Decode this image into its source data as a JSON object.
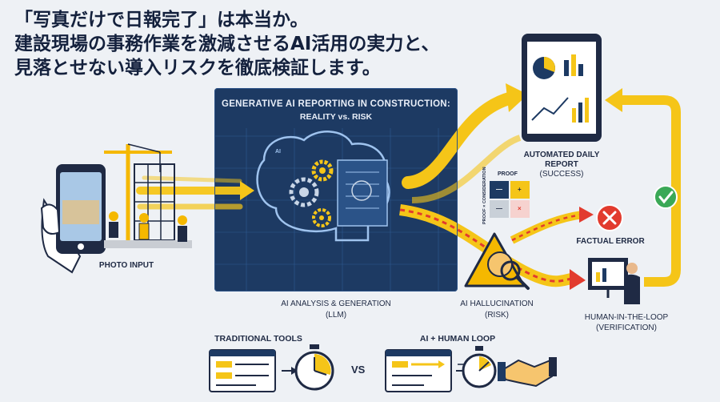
{
  "headline": {
    "line1": "「写真だけで日報完了」は本当か。",
    "line2": "建設現場の事務作業を激減させるAI活用の実力と、",
    "line3": "見落とせない導入リスクを徹底検証します。"
  },
  "panel": {
    "title": "GENERATIVE AI REPORTING IN CONSTRUCTION:",
    "subtitle": "REALITY vs. RISK",
    "doc_mark": "AI"
  },
  "nodes": {
    "photo_input": "PHOTO INPUT",
    "ai_analysis": "AI ANALYSIS & GENERATION",
    "ai_analysis_sub": "(LLM)",
    "hallucination": "AI HALLUCINATION",
    "hallucination_sub": "(RISK)",
    "automated_report": "AUTOMATED DAILY",
    "automated_report_2": "REPORT",
    "automated_report_sub": "(SUCCESS)",
    "factual_error": "FACTUAL ERROR",
    "human_loop": "HUMAN-IN-THE-LOOP",
    "human_loop_sub": "(VERIFICATION)"
  },
  "matrix": {
    "top_label": "PROOF",
    "side_label": "PROOF × CONSIDERATION",
    "cells": [
      "—",
      "+",
      "—",
      "×"
    ]
  },
  "comparison": {
    "traditional": "TRADITIONAL TOOLS",
    "vs": "VS",
    "ai_human": "AI + HUMAN LOOP"
  },
  "colors": {
    "panel": "#1d3a63",
    "arrow_yellow": "#f5c518",
    "arrow_red": "#e23b2e",
    "success_green": "#3aa856",
    "error_red": "#e23b2e",
    "warning_yellow": "#f5b800",
    "ink": "#1f2a44"
  }
}
